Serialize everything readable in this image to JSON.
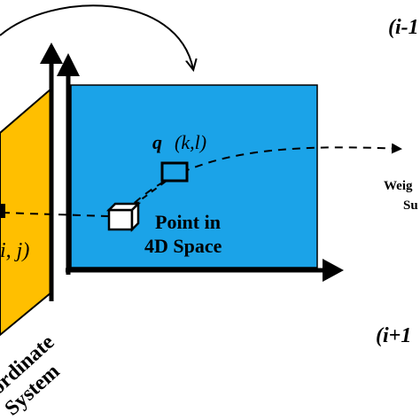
{
  "colors": {
    "plane_blue": "#1BA3E8",
    "plane_orange": "#FFBF00",
    "ink": "#000000",
    "white": "#ffffff"
  },
  "labels": {
    "top_right_index": "(i-1",
    "bottom_right_index": "(i+1",
    "q_symbol": "q",
    "q_coords": "(k,l)",
    "point_line1": "Point in",
    "point_line2": "4D Space",
    "weight_line1": "Weig",
    "weight_line2": "Su",
    "left_coords": "i, j)",
    "coord_system_line1": "ordinate",
    "coord_system_line2": "System"
  },
  "icons": {
    "cube": "cube-icon",
    "arrow": "arrow-head-icon"
  }
}
